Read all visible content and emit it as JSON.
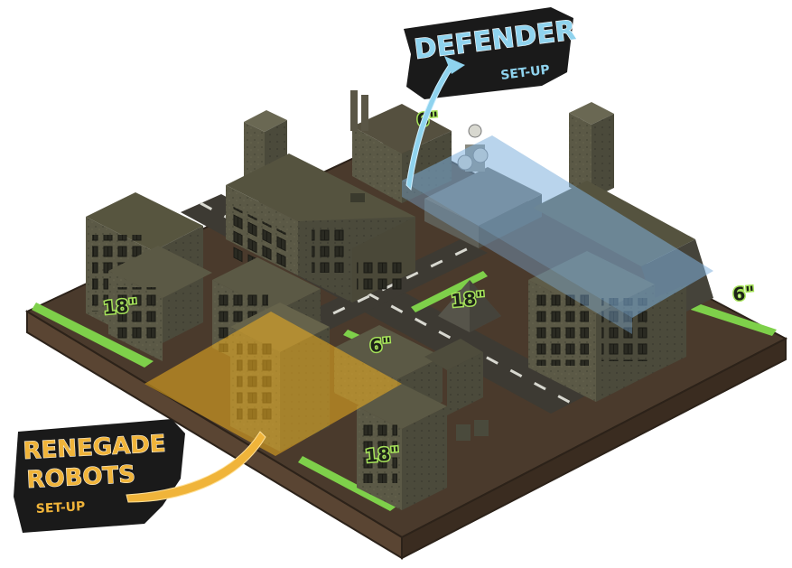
{
  "labels": {
    "defender": {
      "title": "DEFENDER",
      "subtitle": "SET-UP",
      "color": "#8fd3ee"
    },
    "renegade": {
      "line1": "RENEGADE",
      "line2": "ROBOTS",
      "subtitle": "SET-UP",
      "color": "#f0b43a"
    }
  },
  "measurements": [
    {
      "id": "top-6",
      "text": "6\""
    },
    {
      "id": "right-6",
      "text": "6\""
    },
    {
      "id": "center-18",
      "text": "18\""
    },
    {
      "id": "left-18",
      "text": "18\""
    },
    {
      "id": "middle-6",
      "text": "6\""
    },
    {
      "id": "bottom-18",
      "text": "18\""
    }
  ],
  "colors": {
    "zone_defender": "#7fb0dc",
    "zone_renegade": "#f0b020",
    "edge_arrow": "#7ed04a",
    "ground": "#4a3a2c",
    "building": "#5a5a48"
  }
}
